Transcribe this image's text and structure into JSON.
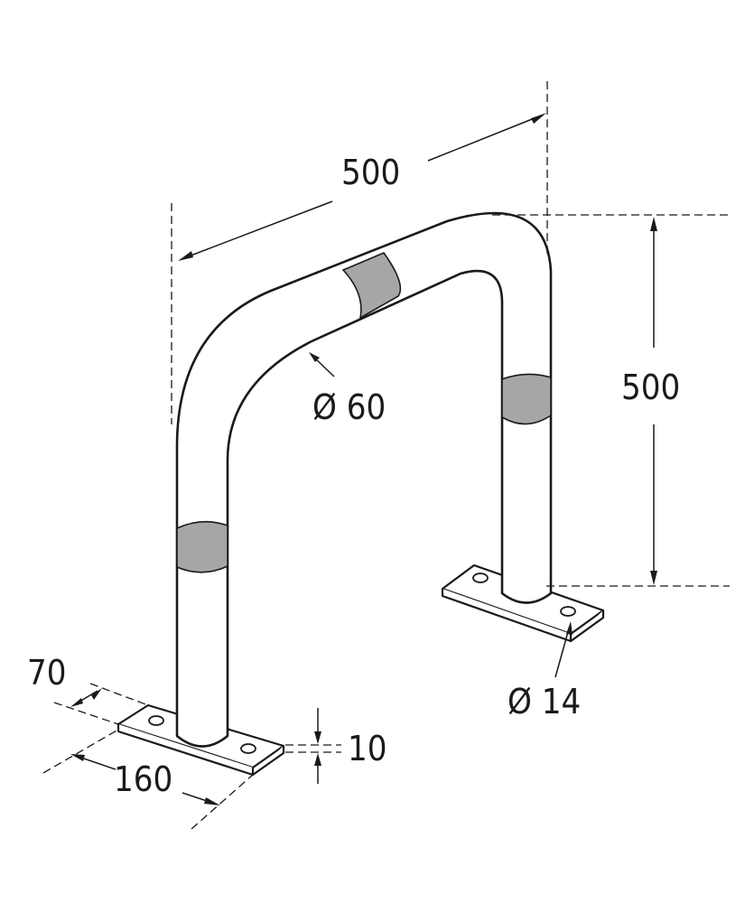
{
  "dimensions": {
    "width": "500",
    "height": "500",
    "tube_diameter": "Ø 60",
    "hole_diameter": "Ø 14",
    "plate_depth": "70",
    "plate_length": "160",
    "plate_thickness": "10"
  },
  "colors": {
    "line": "#1a1a1a",
    "reflective_band": "#a6a6a6",
    "background": "#ffffff"
  }
}
